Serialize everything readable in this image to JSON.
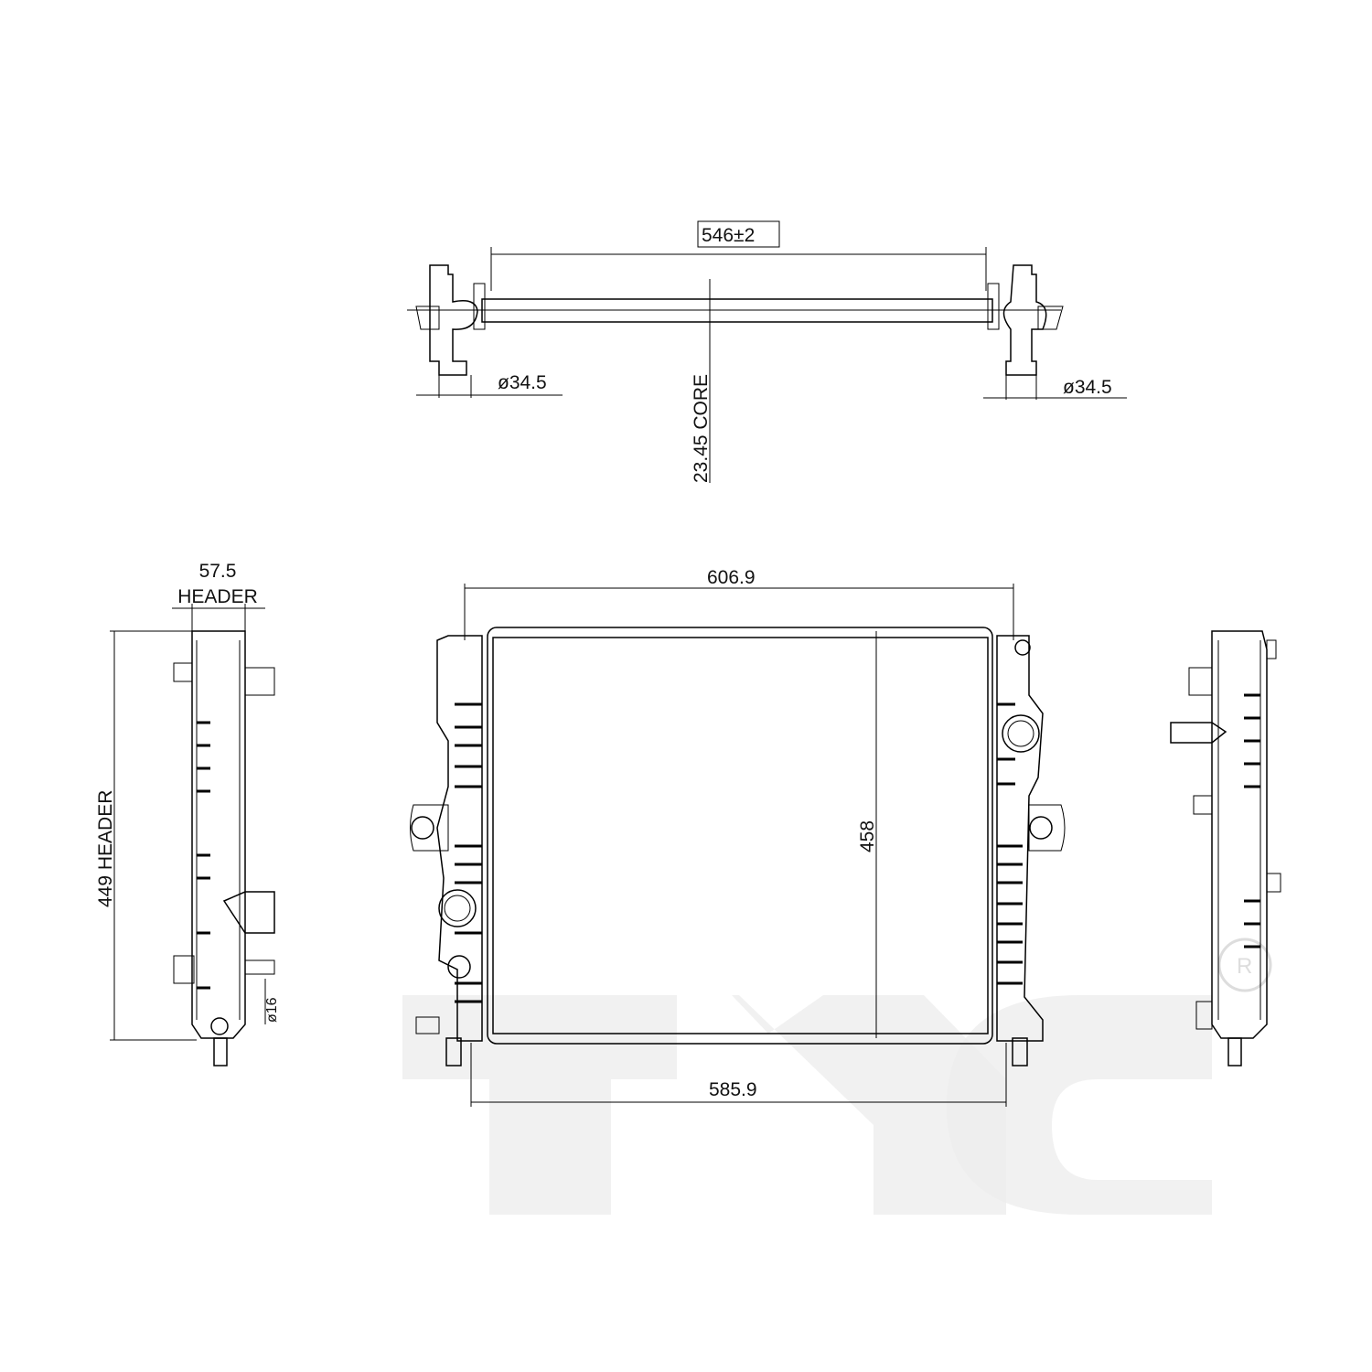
{
  "drawing": {
    "top_view": {
      "overall_width": "546±2",
      "core_thickness": "23.45 CORE",
      "inlet_diameter_left": "ø34.5",
      "inlet_diameter_right": "ø34.5"
    },
    "front_view": {
      "overall_width": "606.9",
      "core_width": "585.9",
      "core_height": "458"
    },
    "side_view": {
      "header_width_value": "57.5",
      "header_width_label": "HEADER",
      "header_height": "449 HEADER",
      "port_diameter": "ø16"
    },
    "watermark": {
      "brand": "TYC",
      "registered": "R"
    }
  },
  "colors": {
    "line": "#000000",
    "watermark": "#ececec"
  }
}
